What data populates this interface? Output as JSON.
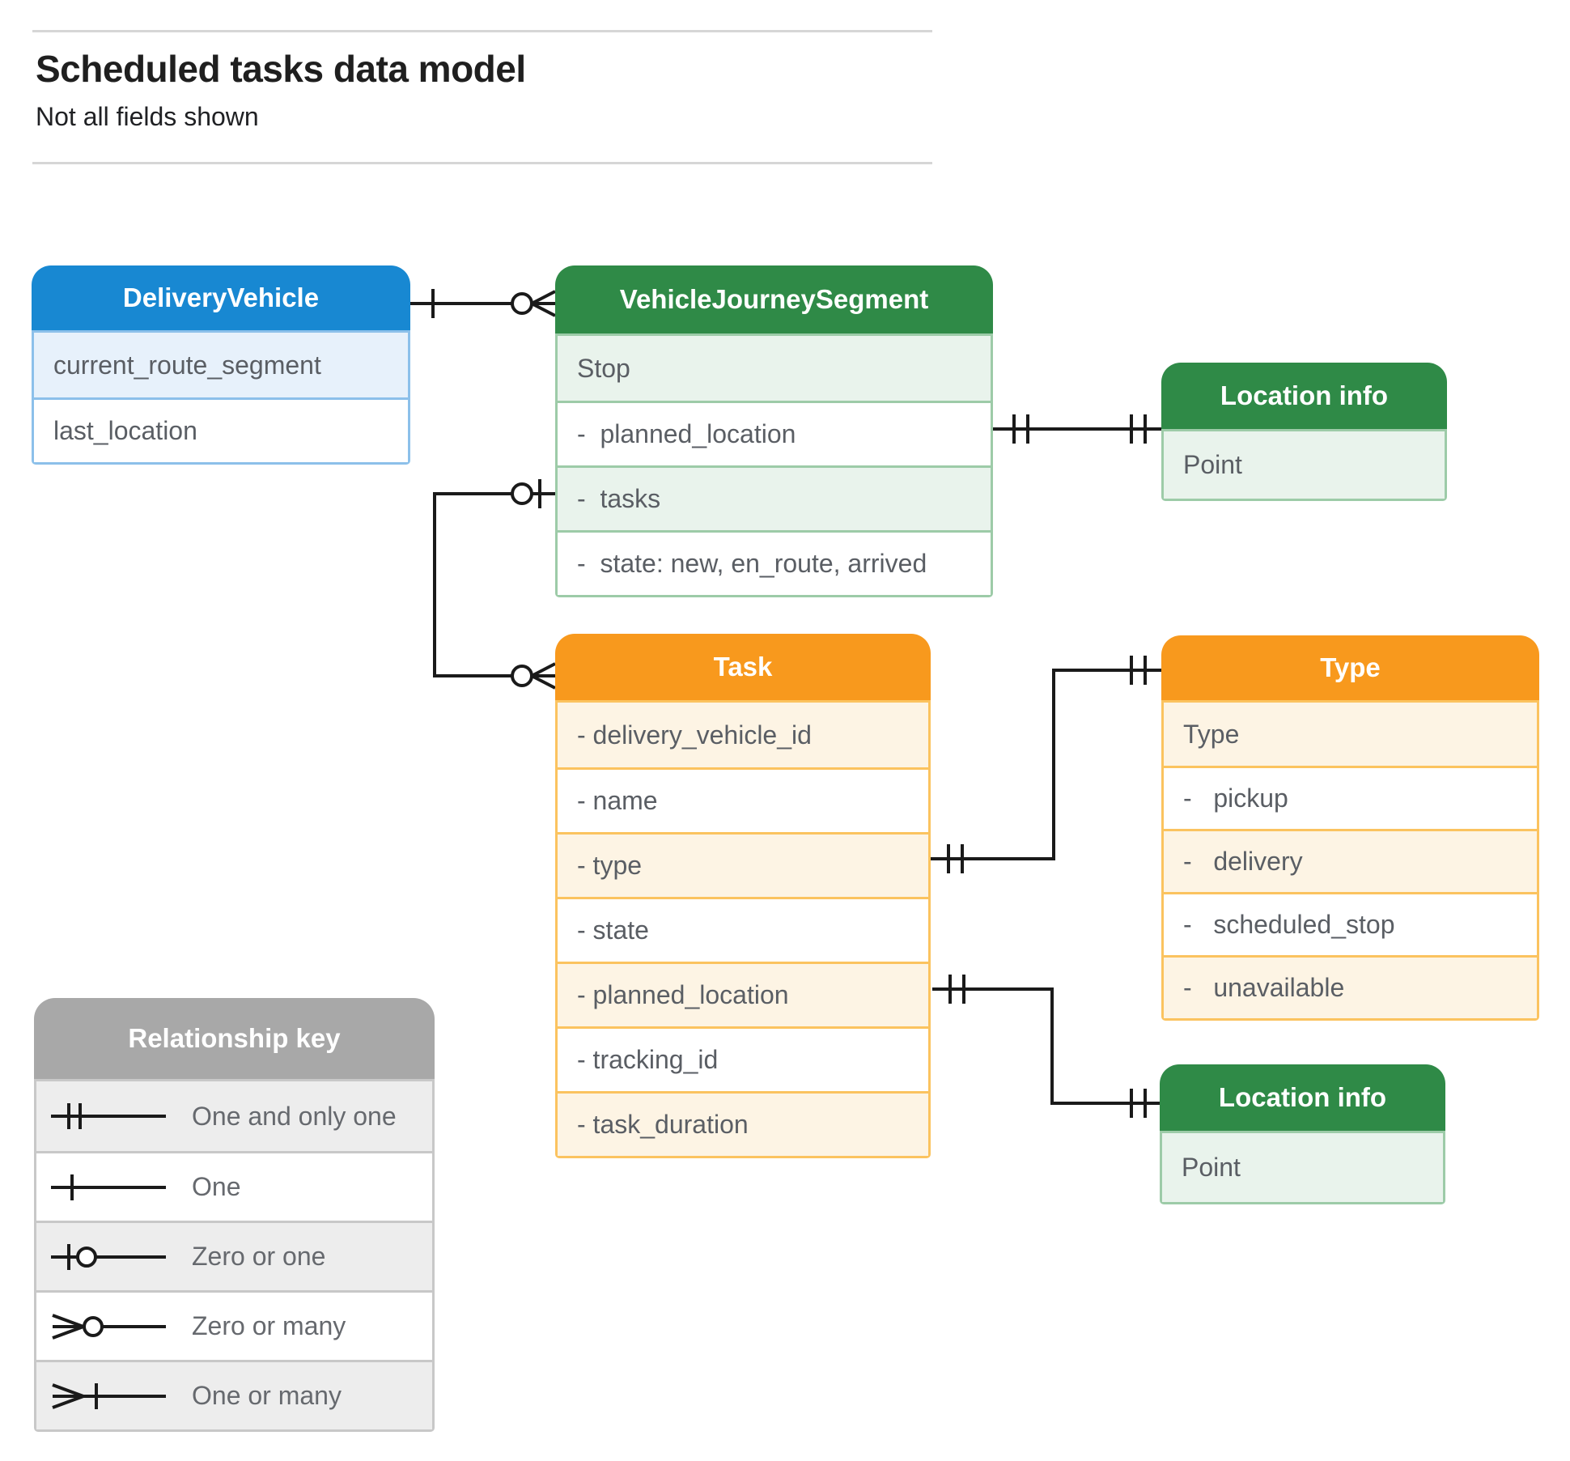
{
  "page": {
    "title": "Scheduled tasks data model",
    "subtitle": "Not all fields shown"
  },
  "colors": {
    "blue_header": "#1888D2",
    "green_header": "#2F8A47",
    "orange_header": "#F8991D",
    "gray_header": "#A8A8A8",
    "field_text": "#5A5E64",
    "connector": "#1A1A1A"
  },
  "entities": {
    "delivery_vehicle": {
      "title": "DeliveryVehicle",
      "fields": [
        "current_route_segment",
        "last_location"
      ]
    },
    "vehicle_journey_segment": {
      "title": "VehicleJourneySegment",
      "fields": [
        "Stop",
        "-  planned_location",
        "-  tasks",
        "-  state: new, en_route, arrived"
      ]
    },
    "location_info_top": {
      "title": "Location info",
      "fields": [
        "Point"
      ]
    },
    "task": {
      "title": "Task",
      "fields": [
        "- delivery_vehicle_id",
        "- name",
        "- type",
        "- state",
        "- planned_location",
        "- tracking_id",
        "- task_duration"
      ]
    },
    "type": {
      "title": "Type",
      "fields": [
        "Type",
        "-   pickup",
        "-   delivery",
        "-   scheduled_stop",
        "-   unavailable"
      ]
    },
    "location_info_bottom": {
      "title": "Location info",
      "fields": [
        "Point"
      ]
    }
  },
  "relationships": [
    {
      "from": "DeliveryVehicle",
      "from_cardinality": "One",
      "to": "VehicleJourneySegment",
      "to_cardinality": "Zero or many"
    },
    {
      "from": "VehicleJourneySegment.tasks",
      "from_cardinality": "Zero or one",
      "to": "Task",
      "to_cardinality": "Zero or many"
    },
    {
      "from": "VehicleJourneySegment.planned_location",
      "from_cardinality": "One and only one",
      "to": "Location info",
      "to_cardinality": "One and only one"
    },
    {
      "from": "Task.type",
      "from_cardinality": "One and only one",
      "to": "Type",
      "to_cardinality": "One and only one"
    },
    {
      "from": "Task.planned_location",
      "from_cardinality": "One and only one",
      "to": "Location info",
      "to_cardinality": "One and only one"
    }
  ],
  "legend": {
    "title": "Relationship key",
    "items": [
      {
        "symbol": "one-and-only-one",
        "label": "One and only one"
      },
      {
        "symbol": "one",
        "label": "One"
      },
      {
        "symbol": "zero-or-one",
        "label": "Zero or one"
      },
      {
        "symbol": "zero-or-many",
        "label": "Zero or many"
      },
      {
        "symbol": "one-or-many",
        "label": "One or many"
      }
    ]
  }
}
